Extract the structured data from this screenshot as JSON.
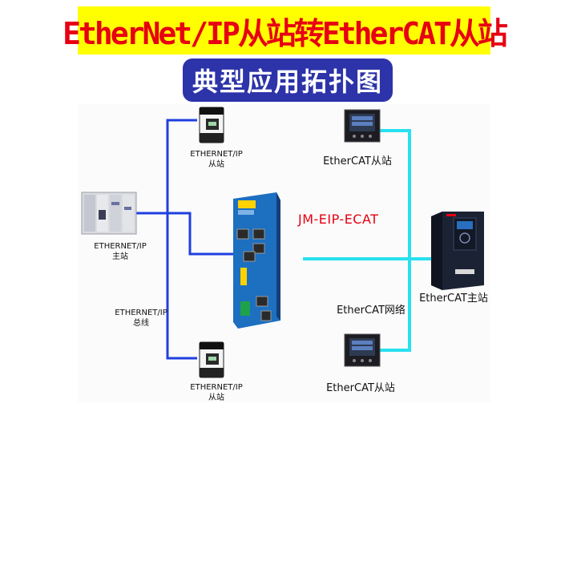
{
  "title": "EtherNet/IP从站转EtherCAT从站",
  "subtitle": "典型应用拓扑图",
  "colors": {
    "title_text": "#e60012",
    "title_banner": "#ffff00",
    "subtitle_box": "#2d33a8",
    "ethernet_ip_bus": "#1f3fe0",
    "ethercat_net": "#28e0f0",
    "model_label": "#e60012"
  },
  "nodes": {
    "eip_slave_top": {
      "line1": "ETHERNET/IP",
      "line2": "从站"
    },
    "eip_master": {
      "line1": "ETHERNET/IP",
      "line2": "主站"
    },
    "eip_bus": {
      "line1": "ETHERNET/IP",
      "line2": "总线"
    },
    "eip_slave_bottom": {
      "line1": "ETHERNET/IP",
      "line2": "从站"
    },
    "gateway": {
      "model": "JM-EIP-ECAT"
    },
    "ecat_slave_top": {
      "label": "EtherCAT从站"
    },
    "ecat_network": {
      "label": "EtherCAT网络"
    },
    "ecat_slave_bottom": {
      "label": "EtherCAT从站"
    },
    "ecat_master": {
      "label": "EtherCAT主站"
    }
  }
}
